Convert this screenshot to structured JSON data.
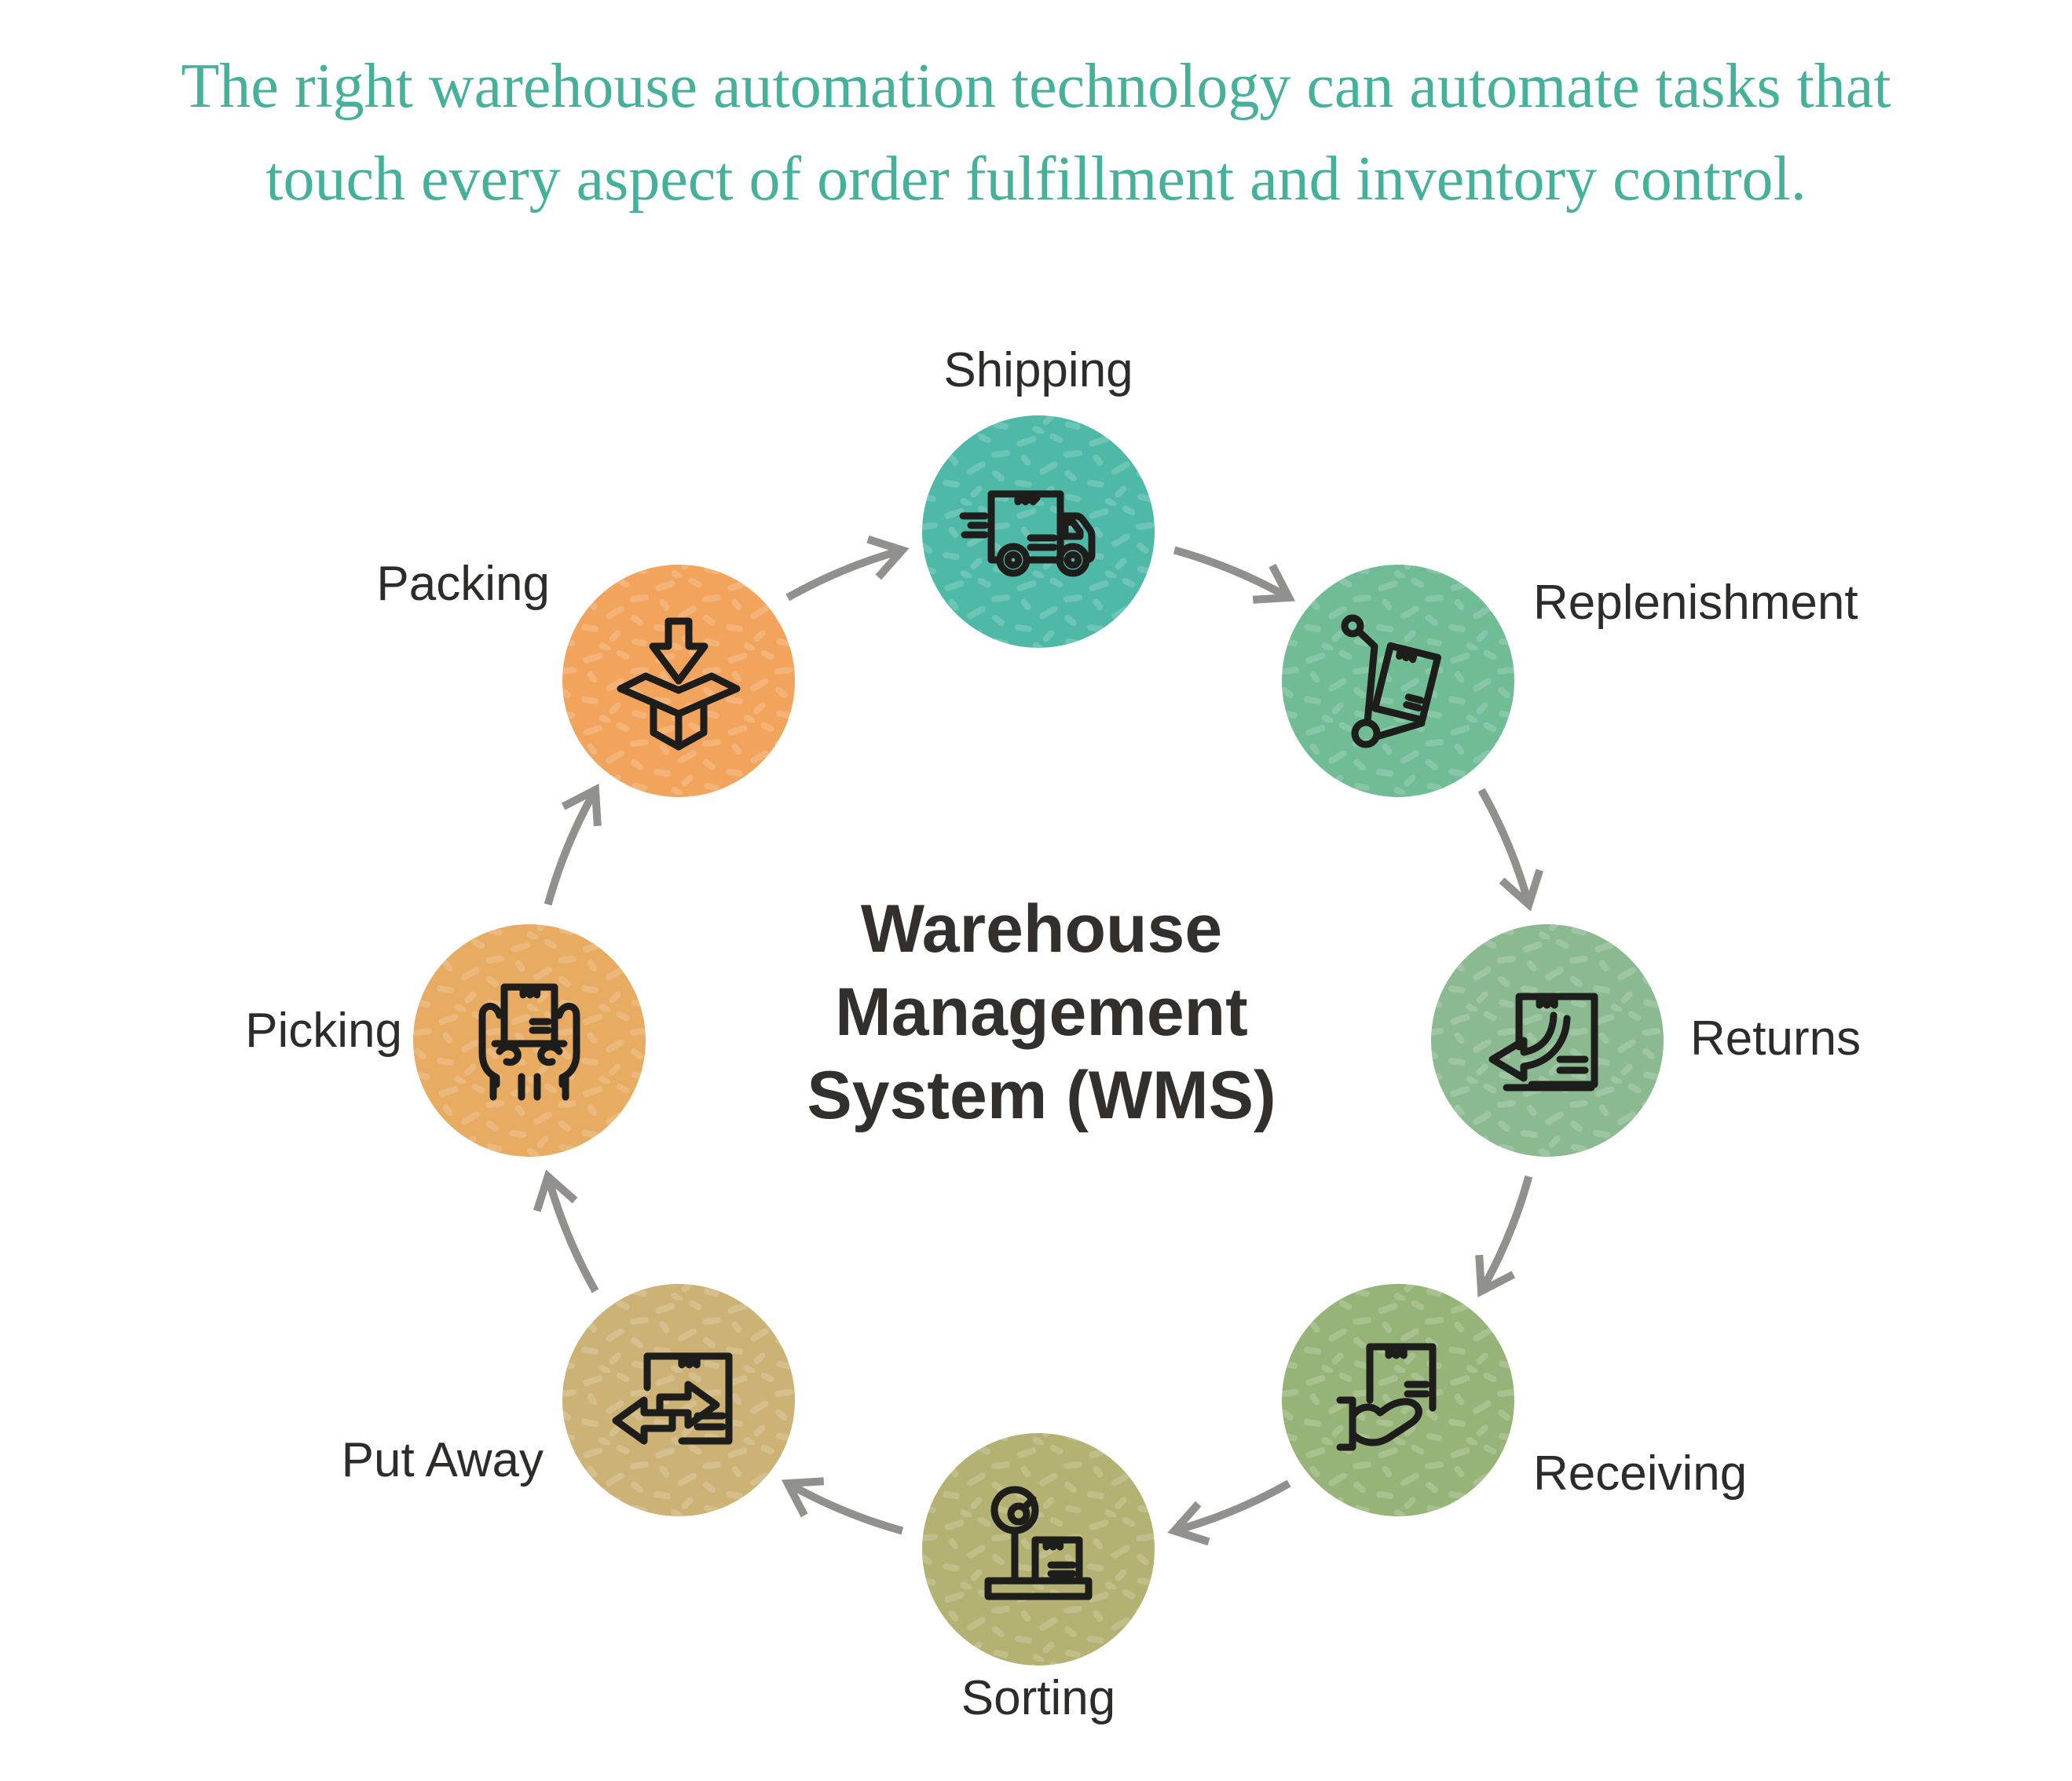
{
  "title": {
    "line1": "The right warehouse automation technology can automate tasks that",
    "line2": "touch every aspect of order fulfillment and inventory control.",
    "color": "#45b19b"
  },
  "center_label": {
    "line1": "Warehouse",
    "line2": "Management",
    "line3": "System (WMS)",
    "color": "#322f2c"
  },
  "nodes": [
    {
      "label": "Shipping",
      "icon": "delivery-truck-icon",
      "color": "#4eb9a6"
    },
    {
      "label": "Replenishment",
      "icon": "hand-truck-icon",
      "color": "#6fbc95"
    },
    {
      "label": "Returns",
      "icon": "return-arrow-box-icon",
      "color": "#8cba90"
    },
    {
      "label": "Receiving",
      "icon": "hand-receiving-box-icon",
      "color": "#97b478"
    },
    {
      "label": "Sorting",
      "icon": "weighing-scale-icon",
      "color": "#b3b272"
    },
    {
      "label": "Put Away",
      "icon": "transfer-arrows-box-icon",
      "color": "#cdb276"
    },
    {
      "label": "Picking",
      "icon": "hands-holding-box-icon",
      "color": "#e8ab62"
    },
    {
      "label": "Packing",
      "icon": "open-box-arrow-icon",
      "color": "#f2a45c"
    }
  ],
  "label_color": "#2d2c2a",
  "arrows": {
    "color": "#91908c"
  },
  "icon_stroke": "#1d1d1b",
  "background": "#ffffff"
}
